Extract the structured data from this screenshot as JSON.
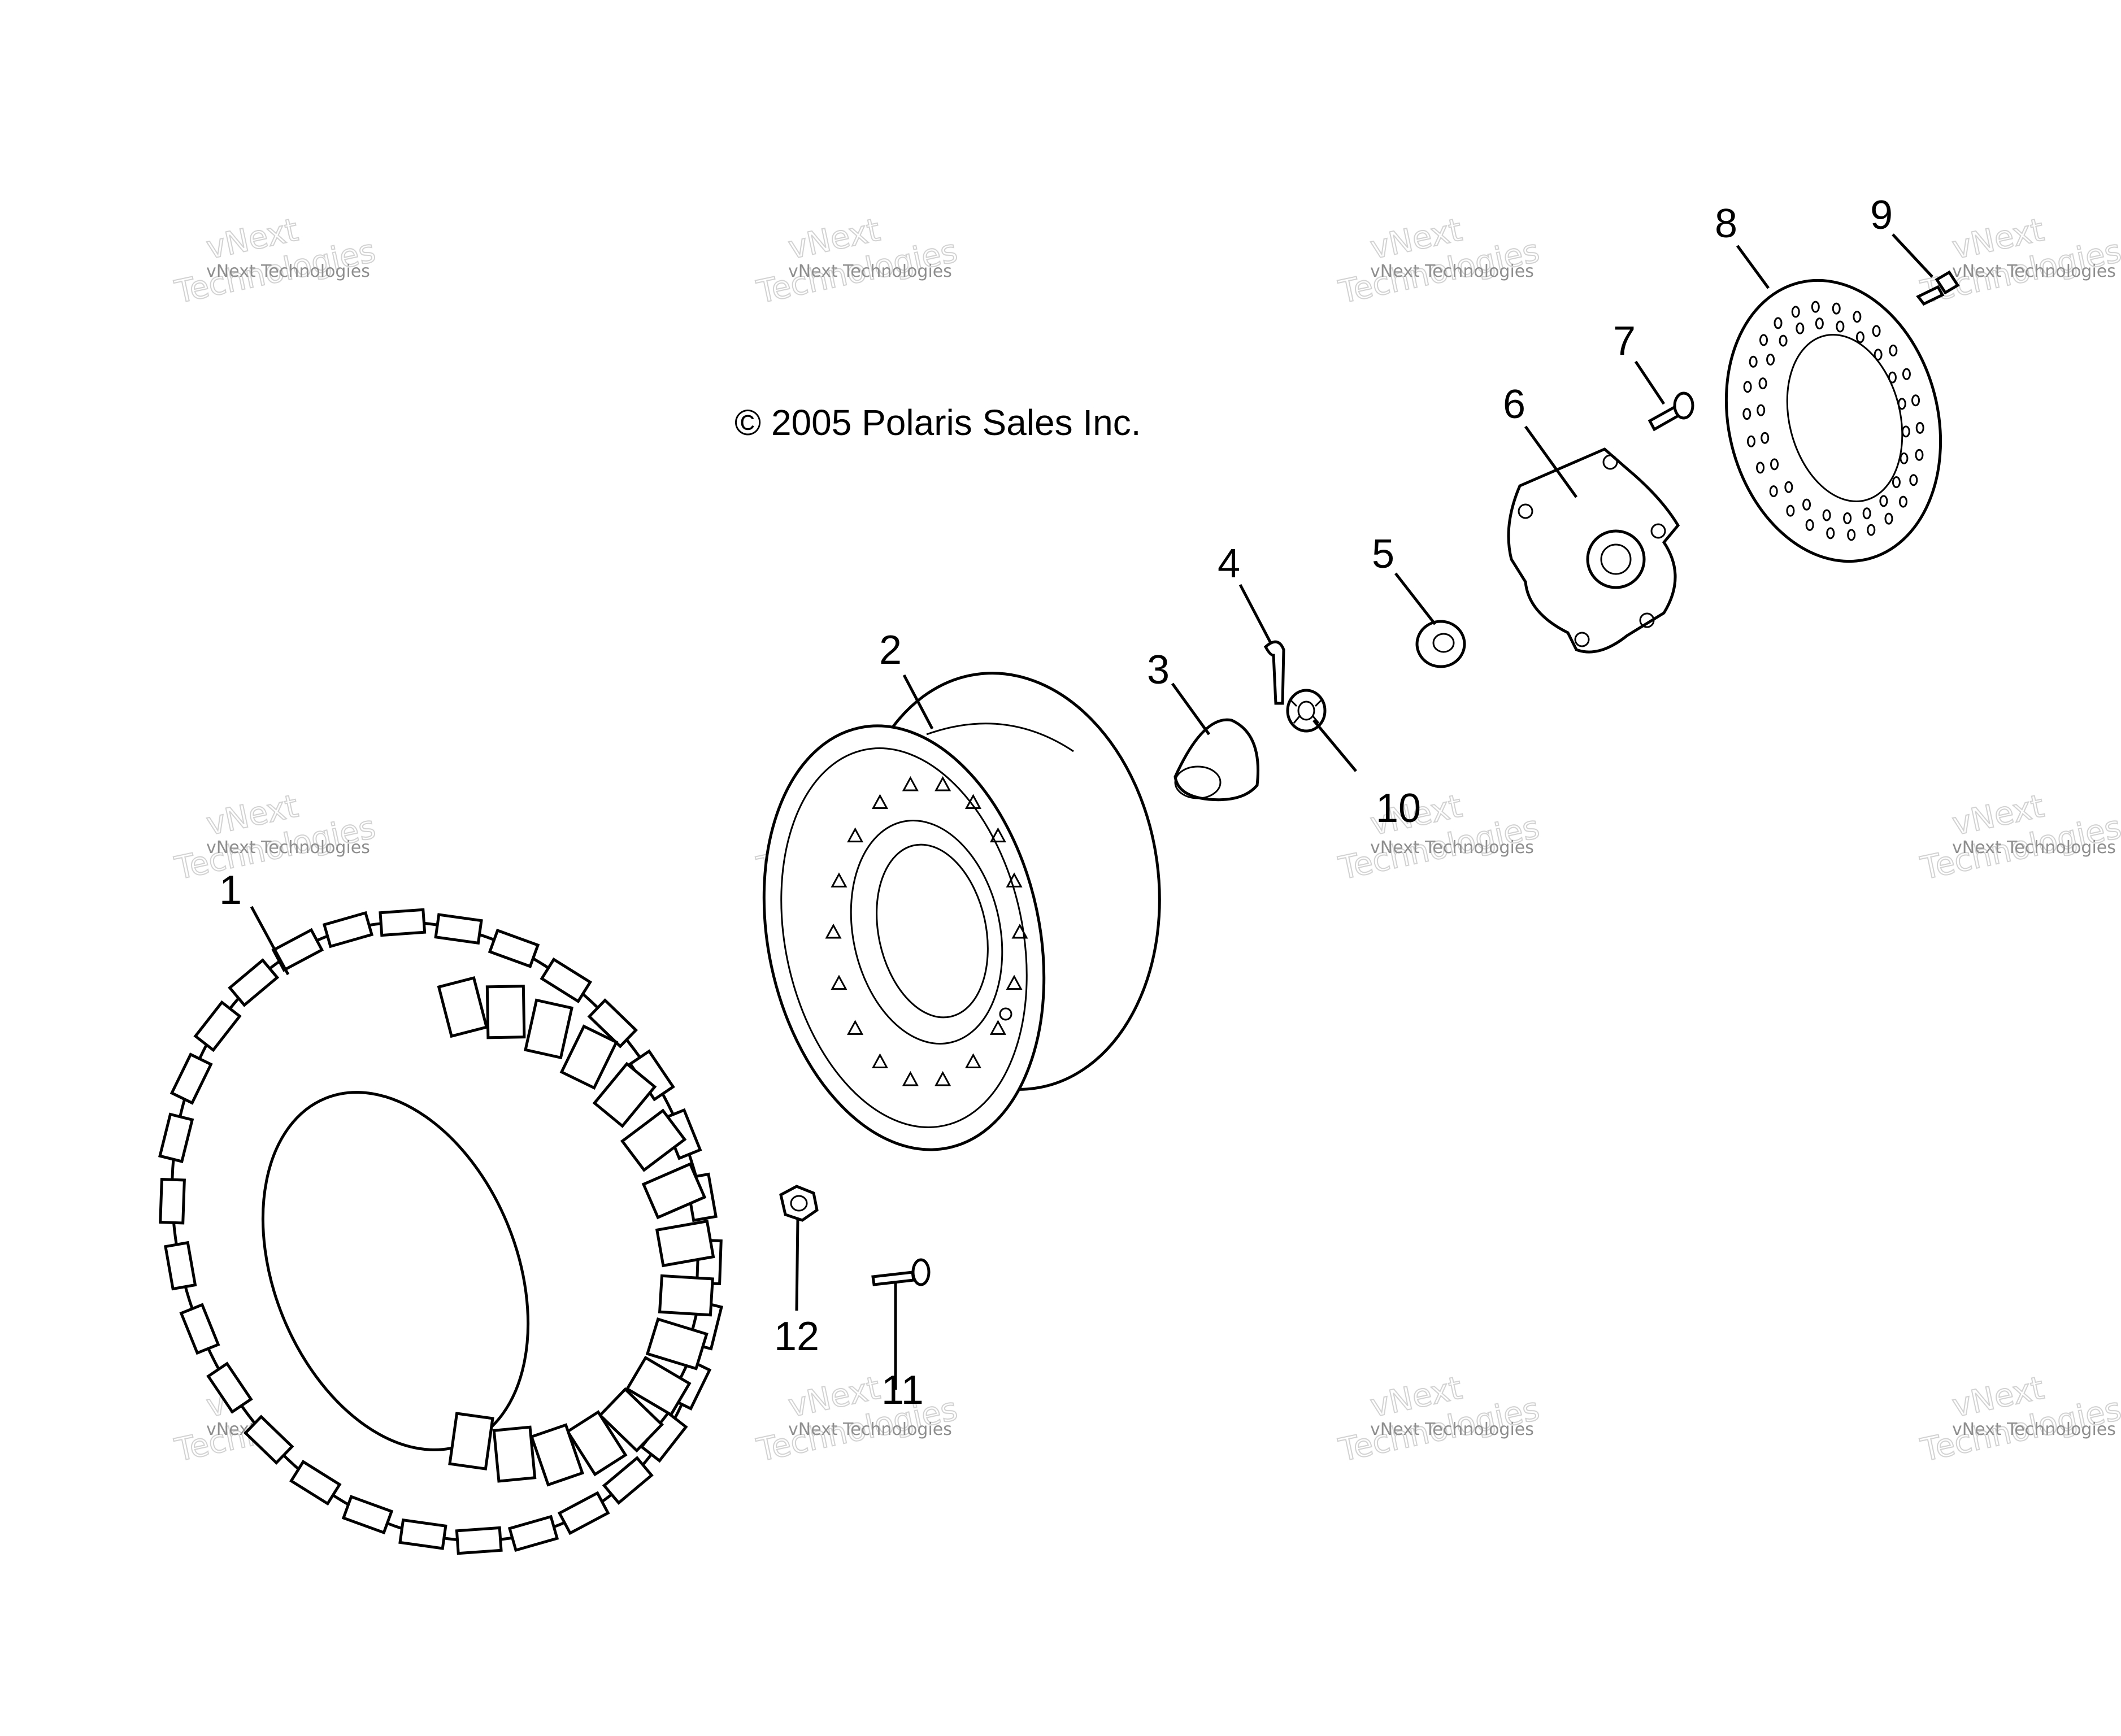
{
  "diagram": {
    "copyright": "© 2005 Polaris Sales Inc.",
    "watermark": {
      "small": "vNext Technologies",
      "big_line1": "vNext",
      "big_line2": "Technologies"
    },
    "callouts": [
      "1",
      "2",
      "3",
      "4",
      "5",
      "6",
      "7",
      "8",
      "9",
      "10",
      "11",
      "12"
    ],
    "parts": [
      {
        "id": "1",
        "name": "tire"
      },
      {
        "id": "2",
        "name": "wheel-rim"
      },
      {
        "id": "3",
        "name": "hub-cap"
      },
      {
        "id": "4",
        "name": "cotter-pin"
      },
      {
        "id": "5",
        "name": "washer"
      },
      {
        "id": "6",
        "name": "wheel-hub"
      },
      {
        "id": "7",
        "name": "hub-stud"
      },
      {
        "id": "8",
        "name": "brake-disc"
      },
      {
        "id": "9",
        "name": "disc-bolt"
      },
      {
        "id": "10",
        "name": "castle-nut"
      },
      {
        "id": "11",
        "name": "wheel-stud"
      },
      {
        "id": "12",
        "name": "lug-nut"
      }
    ]
  }
}
